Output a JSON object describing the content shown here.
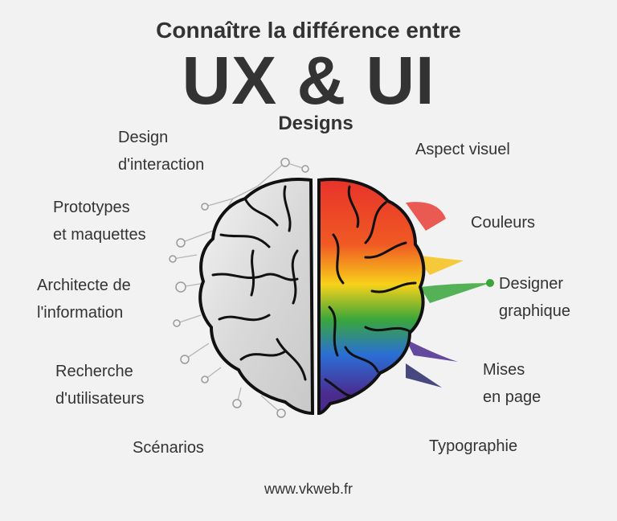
{
  "heading": {
    "subtitle": "Connaître la différence entre",
    "title": "UX & UI",
    "designs": "Designs"
  },
  "ux_labels": [
    {
      "line1": "Design",
      "line2": "d'interaction"
    },
    {
      "line1": "Prototypes",
      "line2": "et maquettes"
    },
    {
      "line1": "Architecte de",
      "line2": "l'information"
    },
    {
      "line1": "Recherche",
      "line2": "d'utilisateurs"
    },
    {
      "line1": "Scénarios",
      "line2": ""
    }
  ],
  "ui_labels": [
    {
      "line1": "Aspect visuel",
      "line2": ""
    },
    {
      "line1": "Couleurs",
      "line2": ""
    },
    {
      "line1": "Designer",
      "line2": "graphique"
    },
    {
      "line1": "Mises",
      "line2": "en page"
    },
    {
      "line1": "Typographie",
      "line2": ""
    }
  ],
  "footer": "www.vkweb.fr",
  "colors": {
    "background": "#f2f2f2",
    "text": "#333333",
    "red": "#e8322b",
    "orange": "#f58a1f",
    "yellow": "#f7d21a",
    "green": "#3aa63a",
    "blue": "#2a6fd6",
    "purple": "#4b2b8f"
  }
}
